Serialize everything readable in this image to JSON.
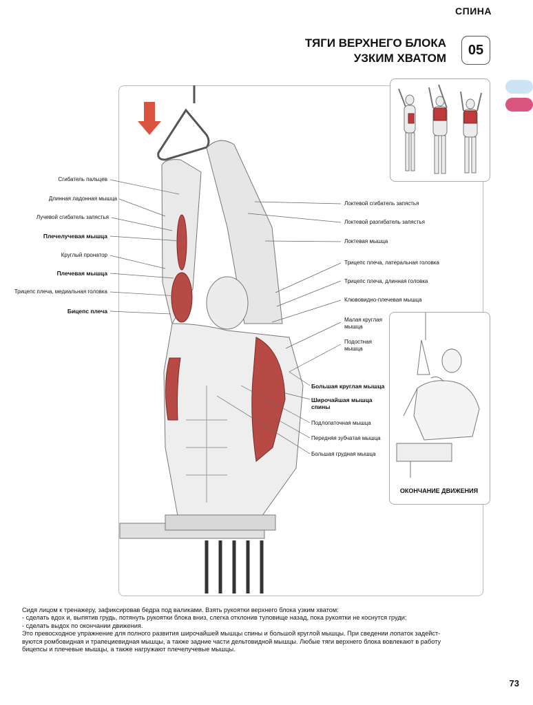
{
  "header": {
    "section": "СПИНА",
    "title_line1": "ТЯГИ ВЕРХНЕГО БЛОКА",
    "title_line2": "УЗКИМ ХВАТОМ",
    "number": "05"
  },
  "tabs": {
    "colors": [
      "#cde4f5",
      "#d9547e"
    ]
  },
  "labels_left": [
    "Сгибатель пальцев",
    "Длинная ладонная мышца",
    "Лучевой сгибатель запястья",
    "Плечелучевая мышца",
    "Круглый пронатор",
    "Плечевая мышца",
    "Трицепс плеча, медиальная головка",
    "Бицепс плеча"
  ],
  "labels_right": [
    "Локтевой сгибатель запястья",
    "Локтевой разгибатель запястья",
    "Локтевая мышца",
    "Трицепс плеча, латеральная головка",
    "Трицепс плеча, длинная головка",
    "Клювовидно-плечевая мышца",
    "Малая круглая мышца",
    "Подостная мышца",
    "Большая круглая мышца",
    "Широчайшая мышца спины",
    "Подлопаточная мышца",
    "Передняя зубчатая мышца",
    "Большая грудная мышца"
  ],
  "caption": "ОКОНЧАНИЕ ДВИЖЕНИЯ",
  "body": {
    "line1": "Сидя лицом к тренажеру, зафиксировав бедра под валиками. Взять рукоятки верхнего блока узким хватом:",
    "line2": "-  сделать вдох и, выпятив грудь, потянуть рукоятки блока вниз, слегка отклонив туловище назад, пока рукоятки не коснутся груди;",
    "line3": "-  сделать выдох по окончании движения.",
    "line4": "Это превосходное упражнение для полного развития широчайшей мышцы спины и большой круглой мышцы. При сведении лопаток задейст-",
    "line5": "вуются ромбовидная и трапециевидная мышцы, а также задние части дельтовидной мышцы. Любые тяги верхнего блока вовлекают в работу",
    "line6": "бицепсы и плечевые мышцы, а также нагружают плечелучевые мышцы."
  },
  "page_number": "73"
}
